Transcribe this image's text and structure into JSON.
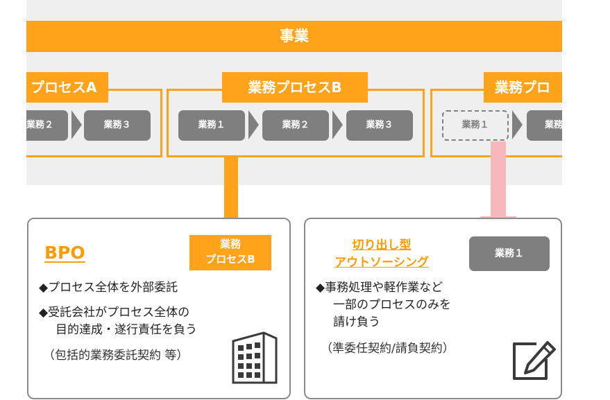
{
  "business_label": "事業",
  "process_a": {
    "label": "プロセスA",
    "tasks": [
      "業務２",
      "業務３"
    ]
  },
  "process_b": {
    "label": "業務プロセスB",
    "tasks": [
      "業務１",
      "業務２",
      "業務３"
    ]
  },
  "process_c": {
    "label": "業務プロ",
    "tasks": [
      "業務１",
      "業務"
    ]
  },
  "bpo": {
    "title": "BPO",
    "tag_line1": "業務",
    "tag_line2": "プロセスB",
    "bullet1": "◆プロセス全体を外部委託",
    "bullet2_line1": "◆受託会社がプロセス全体の",
    "bullet2_line2": "目的達成・遂行責任を負う",
    "note": "（包括的業務委託契約 等）"
  },
  "outsourcing": {
    "title_line1": "切り出し型",
    "title_line2": "アウトソーシング",
    "task_label": "業務１",
    "bullet_line1": "◆事務処理や軽作業など",
    "bullet_line2": "一部のプロセスのみを",
    "bullet_line3": "請け負う",
    "note": "（準委任契約/請負契約）"
  },
  "icons": [
    "building-icon",
    "edit-document-icon"
  ],
  "colors": {
    "accent": "#ffa31a",
    "task_grey": "#7f7f7f",
    "band_grey": "#efefef",
    "pink_arrow": "#f6b8b8"
  }
}
